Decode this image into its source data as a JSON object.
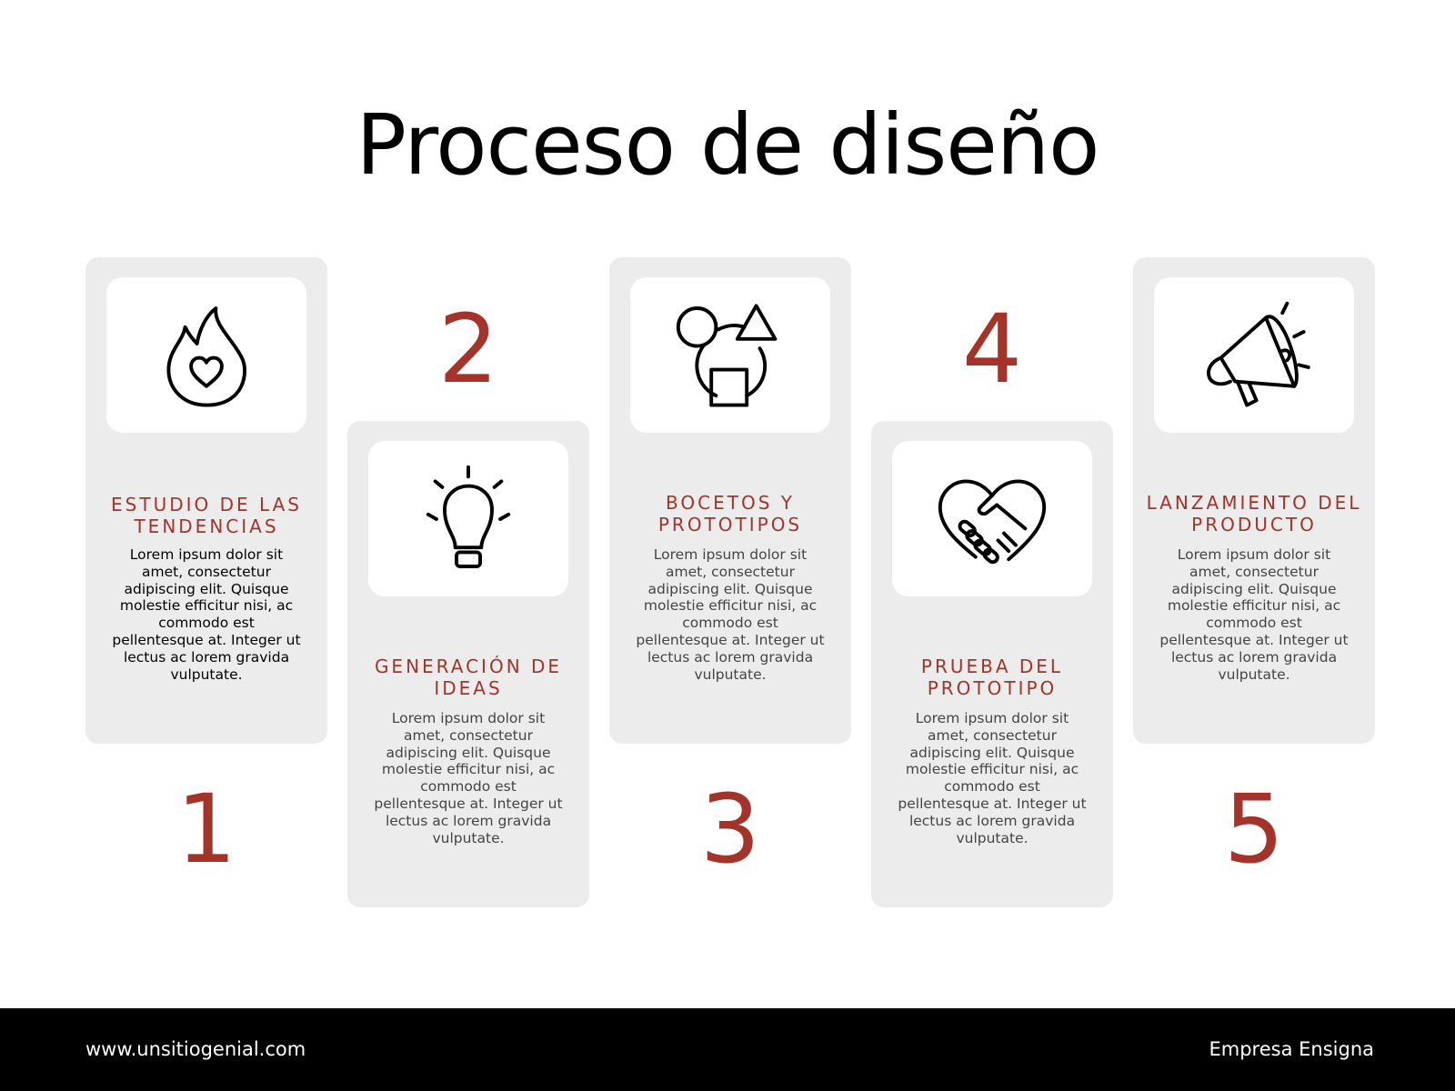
{
  "title": "Proceso de diseño",
  "steps": [
    {
      "number": "1",
      "title": "ESTUDIO DE LAS TENDENCIAS",
      "body": "Lorem ipsum dolor sit amet, consectetur adipiscing elit. Quisque molestie efficitur nisi, ac commodo est pellentesque at. Integer ut lectus ac lorem gravida vulputate.",
      "icon": "flame-heart-icon"
    },
    {
      "number": "2",
      "title": "GENERACIÓN DE IDEAS",
      "body": "Lorem ipsum dolor sit amet, consectetur adipiscing elit. Quisque molestie efficitur nisi, ac commodo est pellentesque at. Integer ut lectus ac lorem gravida vulputate.",
      "icon": "lightbulb-icon"
    },
    {
      "number": "3",
      "title": "BOCETOS Y PROTOTIPOS",
      "body": "Lorem ipsum dolor sit amet, consectetur adipiscing elit. Quisque molestie efficitur nisi, ac commodo est pellentesque at. Integer ut lectus ac lorem gravida vulputate.",
      "icon": "shapes-icon"
    },
    {
      "number": "4",
      "title": "PRUEBA DEL PROTOTIPO",
      "body": "Lorem ipsum dolor sit amet, consectetur adipiscing elit. Quisque molestie efficitur nisi, ac commodo est pellentesque at. Integer ut lectus ac lorem gravida vulputate.",
      "icon": "handshake-heart-icon"
    },
    {
      "number": "5",
      "title": "LANZAMIENTO DEL PRODUCTO",
      "body": "Lorem ipsum dolor sit amet, consectetur adipiscing elit. Quisque molestie efficitur nisi, ac commodo est pellentesque at. Integer ut lectus ac lorem gravida vulputate.",
      "icon": "megaphone-icon"
    }
  ],
  "footer": {
    "website": "www.unsitiogenial.com",
    "company": "Empresa Ensigna"
  },
  "colors": {
    "accent": "#a4342a",
    "card": "#ececec",
    "footer": "#000000"
  }
}
